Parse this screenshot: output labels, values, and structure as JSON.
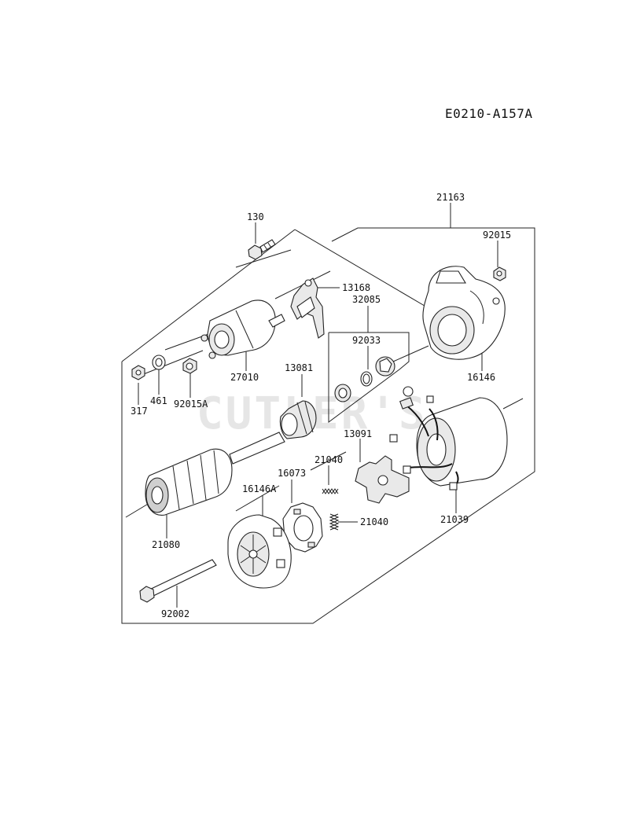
{
  "diagram_code": "E0210-A157A",
  "watermark": "CUTLER'S",
  "parts": [
    {
      "id": "label-21163",
      "text": "21163"
    },
    {
      "id": "label-130",
      "text": "130"
    },
    {
      "id": "label-92015",
      "text": "92015"
    },
    {
      "id": "label-13168",
      "text": "13168"
    },
    {
      "id": "label-32085",
      "text": "32085"
    },
    {
      "id": "label-92033",
      "text": "92033"
    },
    {
      "id": "label-16146",
      "text": "16146"
    },
    {
      "id": "label-27010",
      "text": "27010"
    },
    {
      "id": "label-13081",
      "text": "13081"
    },
    {
      "id": "label-317",
      "text": "317"
    },
    {
      "id": "label-461",
      "text": "461"
    },
    {
      "id": "label-92015A",
      "text": "92015A"
    },
    {
      "id": "label-13091",
      "text": "13091"
    },
    {
      "id": "label-21040-a",
      "text": "21040"
    },
    {
      "id": "label-16073",
      "text": "16073"
    },
    {
      "id": "label-16146A",
      "text": "16146A"
    },
    {
      "id": "label-21040-b",
      "text": "21040"
    },
    {
      "id": "label-21039",
      "text": "21039"
    },
    {
      "id": "label-21080",
      "text": "21080"
    },
    {
      "id": "label-92002",
      "text": "92002"
    }
  ]
}
